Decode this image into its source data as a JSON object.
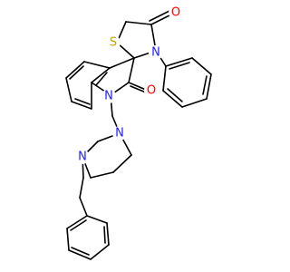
{
  "molecule": {
    "atoms": [
      {
        "label": "S",
        "color": "#c8a000"
      },
      {
        "label": "N",
        "color": "#2020ff"
      },
      {
        "label": "O",
        "color": "#ff0000"
      },
      {
        "label": "O",
        "color": "#ff0000"
      },
      {
        "label": "N",
        "color": "#2020ff"
      },
      {
        "label": "N",
        "color": "#2020ff"
      },
      {
        "label": "N",
        "color": "#2020ff"
      }
    ]
  }
}
